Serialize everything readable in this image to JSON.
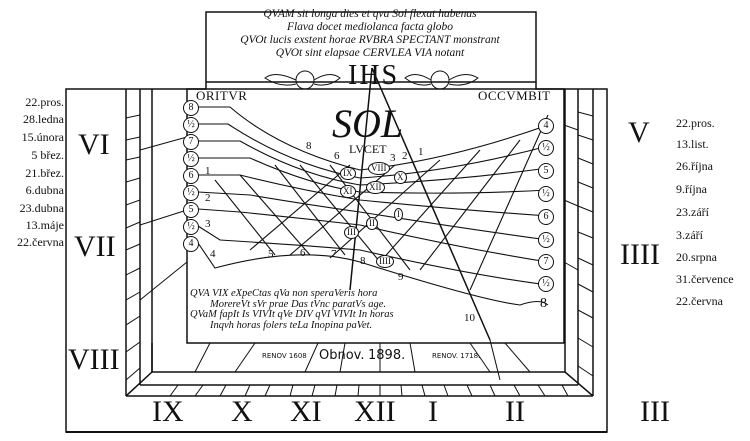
{
  "motto": {
    "lines": [
      "QVAM sit longa dies et qva Sol flexat habenas",
      "Flava docet mediolanca facta globo",
      "QVOt lucis exstent horae RVBRA SPECTANT monstrant",
      "QVOt sint elapsae CERVLEA VIA notant"
    ]
  },
  "emblem": {
    "monogram": "IHS",
    "sol": "SOL",
    "lucet": "LVCET",
    "left_label": "ORITVR",
    "right_label": "OCCVMBIT"
  },
  "left_dates": [
    "22.pros.",
    "28.ledna",
    "15.února",
    "5 břez.",
    "21.břez.",
    "6.dubna",
    "23.dubna",
    "13.máje",
    "22.června"
  ],
  "right_dates": [
    "22.pros.",
    "13.list.",
    "26.října",
    "9.října",
    "23.září",
    "3.září",
    "20.srpna",
    "31.července",
    "22.června"
  ],
  "hours": {
    "left_side": [
      "VI",
      "VII",
      "VIII"
    ],
    "right_side": [
      "V",
      "IIII",
      "III"
    ],
    "bottom": [
      "IX",
      "X",
      "XI",
      "XII",
      "I",
      "II",
      "III"
    ]
  },
  "left_circles": [
    "8",
    "½",
    "7",
    "½",
    "6",
    "½",
    "5",
    "½",
    "4"
  ],
  "right_circles": [
    "4",
    "½",
    "5",
    "½",
    "6",
    "½",
    "7",
    "½",
    "8"
  ],
  "inner_numbers": {
    "bottom_row": [
      "5",
      "6",
      "7",
      "8",
      "9",
      "10"
    ],
    "top_row": [
      "8",
      "6",
      "3",
      "2",
      "1"
    ],
    "left_col": [
      "1",
      "2",
      "3",
      "4"
    ]
  },
  "inner_seals": [
    "VIII",
    "IX",
    "X",
    "XI",
    "XII",
    "I",
    "II",
    "III",
    "IIII"
  ],
  "bottom_text": {
    "lines": [
      "QVA VIX eXpeCtas qVa non speraVeris hora",
      "MorereVt sVr prae Das tVnc paratVs age.",
      "QVaM fapIt Is VIVIt qVe DIV qVI VIVIt In horas",
      "Inqvh horas folers teLa Inopina paVet."
    ]
  },
  "plaque": {
    "renov_left": "RENOV 1608",
    "obnov": "Obnov.",
    "year": "1898.",
    "renov_right": "RENOV. 1718."
  },
  "colors": {
    "ink": "#111111",
    "paper": "#ffffff"
  }
}
